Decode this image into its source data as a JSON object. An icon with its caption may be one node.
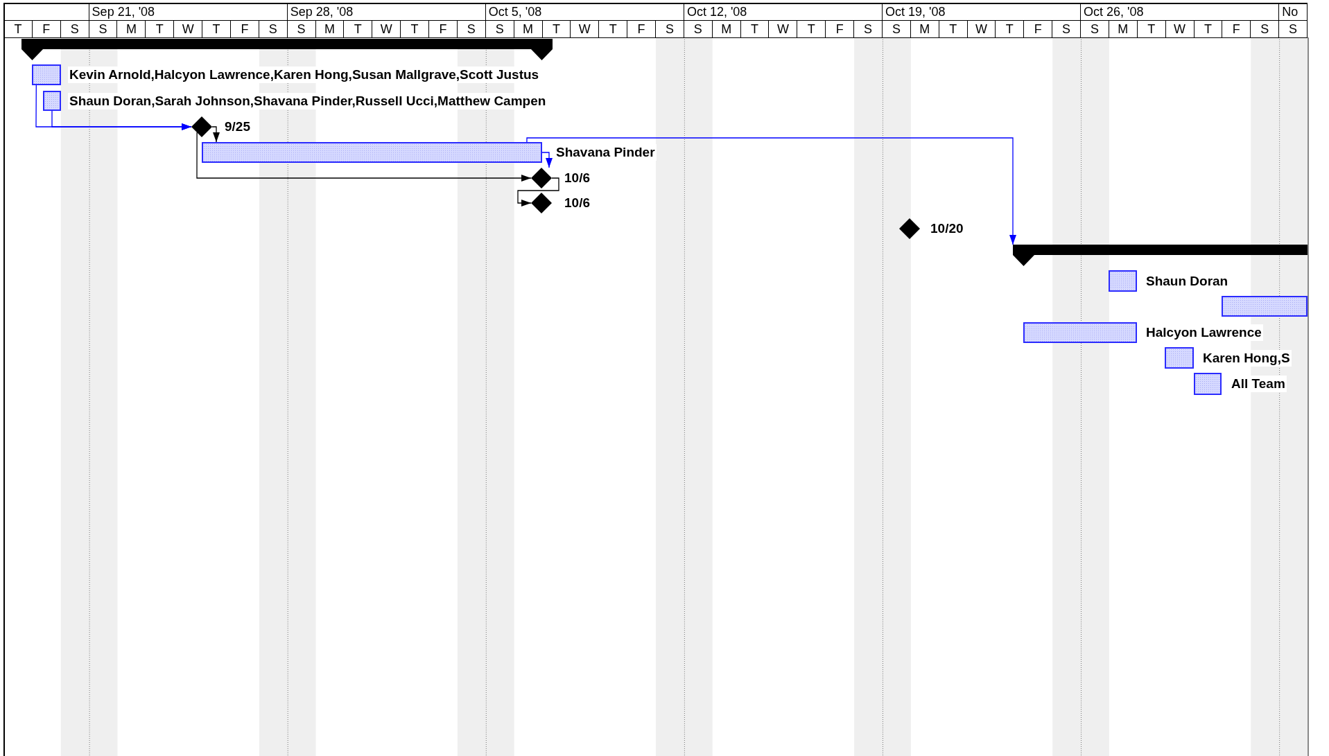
{
  "diagram": {
    "nodes": [
      {
        "text": [],
        "shape": "bracket"
      },
      {
        "text": [],
        "shape": "bar",
        "beside": [
          "Kevin Arnold,Halcyon Lawrence,Karen Hong,Susan Mallgrave,Scott Justus"
        ]
      },
      {
        "text": [],
        "shape": "bar",
        "beside": [
          "Shaun Doran,Sarah Johnson,Shavana Pinder,Russell Ucci,Matthew Campen"
        ]
      },
      {
        "text": [],
        "shape": "diamond",
        "beside": [
          "9/25"
        ]
      },
      {
        "text": [],
        "shape": "bar",
        "beside": [
          "Shavana Pinder"
        ]
      },
      {
        "text": [],
        "shape": "diamond",
        "beside": [
          "10/6"
        ]
      },
      {
        "text": [],
        "shape": "diamond",
        "beside": [
          "10/6"
        ]
      },
      {
        "text": [],
        "shape": "diamond",
        "beside": [
          "10/20"
        ]
      },
      {
        "text": [],
        "shape": "bracket"
      },
      {
        "text": [],
        "shape": "bar",
        "beside": [
          "Shaun Doran"
        ]
      },
      {
        "text": [],
        "shape": "bar"
      },
      {
        "text": [],
        "shape": "bar",
        "beside": [
          "Halcyon Lawrence"
        ]
      },
      {
        "text": [],
        "shape": "bar",
        "beside": [
          "Karen Hong,S"
        ]
      },
      {
        "text": [],
        "shape": "bar",
        "beside": [
          "All Team"
        ]
      }
    ],
    "edges": [
      {
        "from": 1,
        "to": 3,
        "arrow": "to",
        "color": "#0000ff"
      },
      {
        "from": 2,
        "to": 3,
        "arrow": "to",
        "color": "#0000ff"
      },
      {
        "from": 3,
        "to": 4,
        "arrow": "to",
        "color": "#000000"
      },
      {
        "from": 3,
        "to": 5,
        "arrow": "to",
        "color": "#000000"
      },
      {
        "from": 4,
        "to": 5,
        "arrow": "to",
        "color": "#0000ff"
      },
      {
        "from": 4,
        "to": 8,
        "arrow": "to",
        "color": "#0000ff"
      },
      {
        "from": 5,
        "to": 6,
        "arrow": "to",
        "color": "#000000"
      }
    ],
    "labels": [
      "Sep 21, '08",
      "Sep 28, '08",
      "Oct 5, '08",
      "Oct 12, '08",
      "Oct 19, '08",
      "Oct 26, '08",
      "No",
      "T",
      "F",
      "S",
      "S",
      "M",
      "T",
      "W",
      "T",
      "F",
      "S",
      "S",
      "M",
      "T",
      "W",
      "T",
      "F",
      "S",
      "S",
      "M",
      "T",
      "W",
      "T",
      "F",
      "S",
      "S",
      "M",
      "T",
      "W",
      "T",
      "F",
      "S",
      "S",
      "M",
      "T",
      "W",
      "T",
      "F",
      "S",
      "S",
      "M",
      "T",
      "W",
      "T",
      "F",
      "S",
      "S"
    ]
  }
}
